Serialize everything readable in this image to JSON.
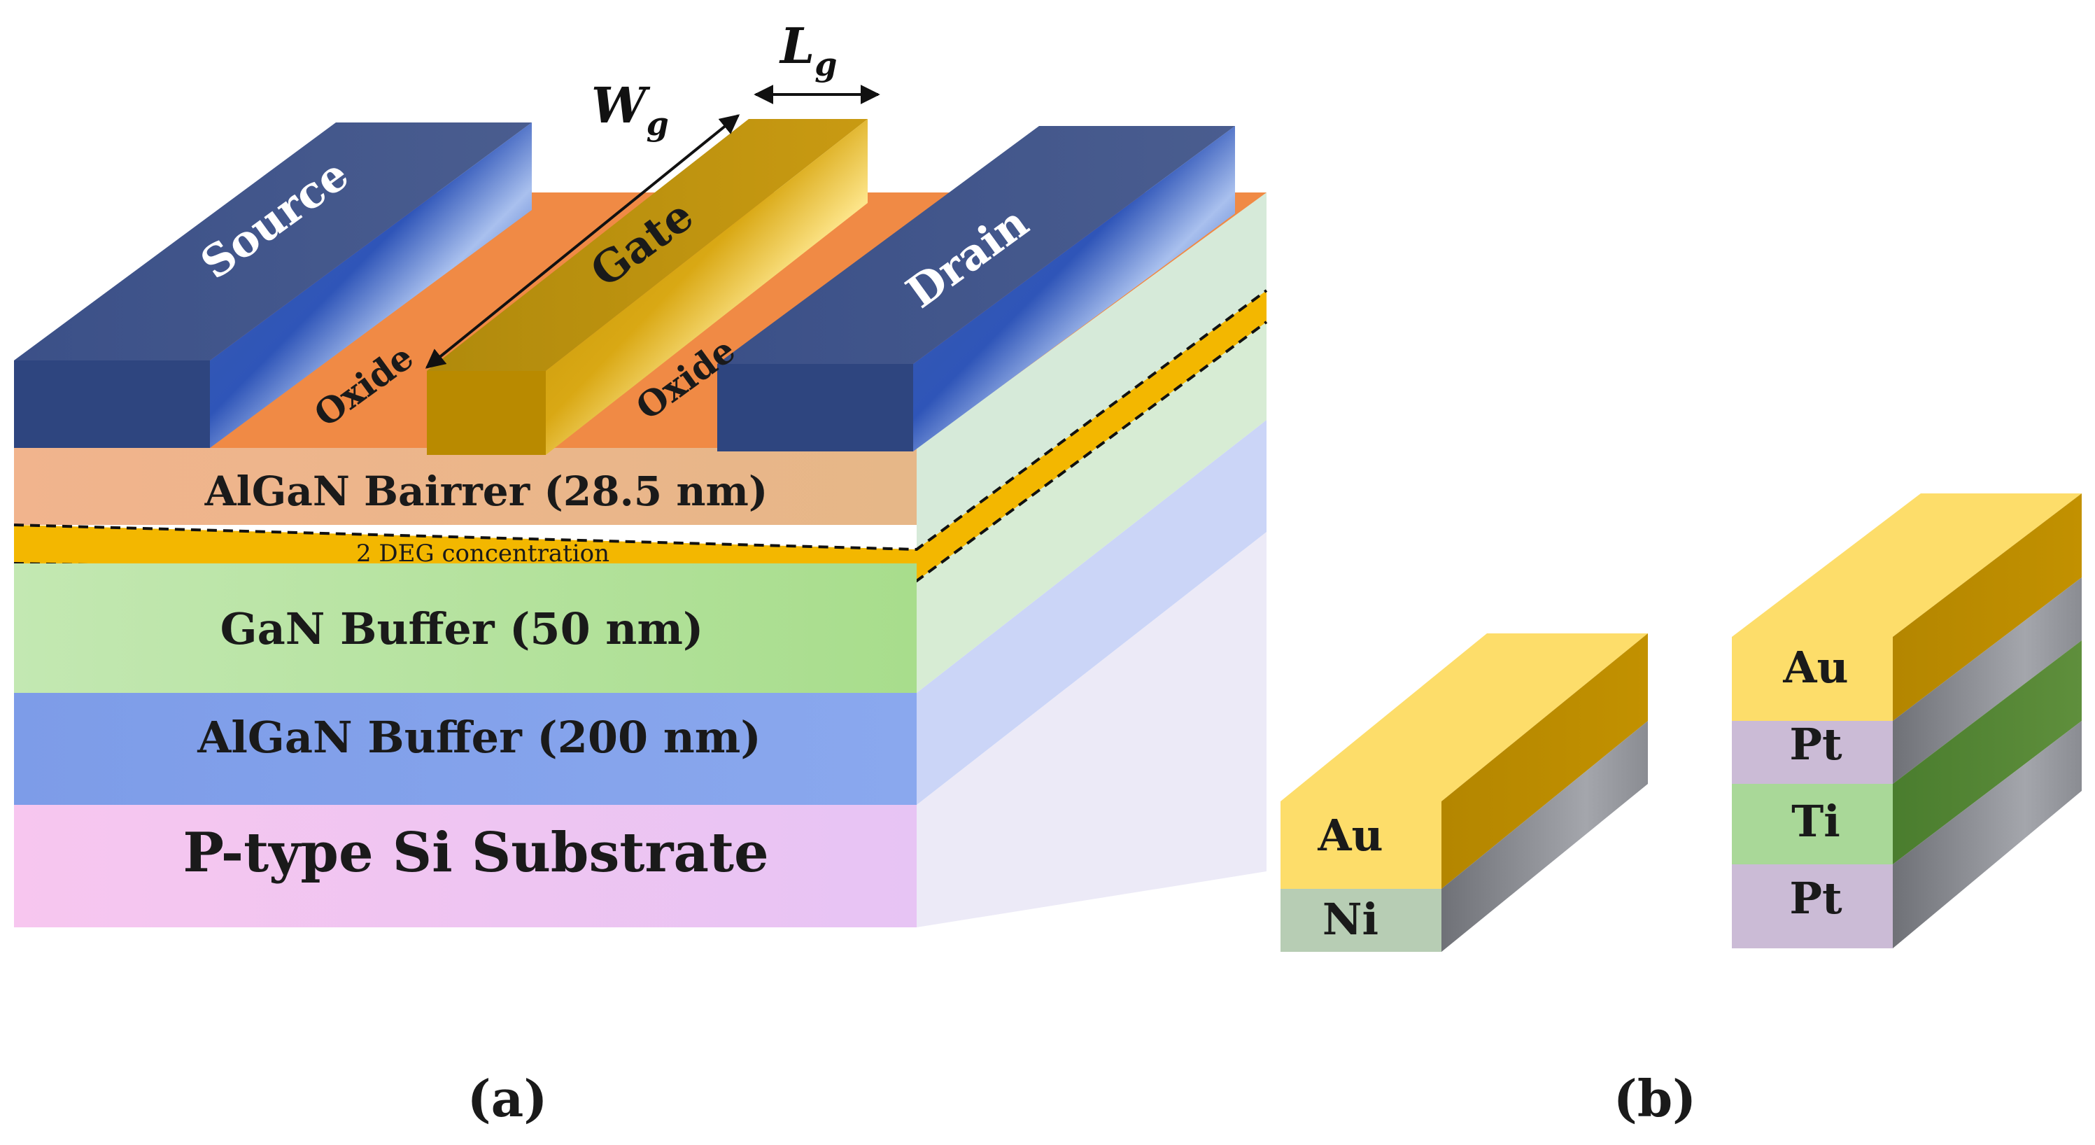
{
  "figure_a": {
    "caption": "(a)",
    "dimension_labels": {
      "gate_width_main": "W",
      "gate_width_sub": "g",
      "gate_length_main": "L",
      "gate_length_sub": "g"
    },
    "electrodes": {
      "source": "Source",
      "gate": "Gate",
      "drain": "Drain"
    },
    "oxide_labels": {
      "left": "Oxide",
      "right": "Oxide"
    },
    "layers": {
      "barrier": "AlGaN Bairrer (28.5 nm)",
      "two_deg": "2 DEG concentration",
      "gan_buffer": "GaN Buffer (50 nm)",
      "algan_buffer": "AlGaN Buffer (200 nm)",
      "substrate": "P-type Si Substrate"
    }
  },
  "figure_b": {
    "caption": "(b)",
    "left_stack": {
      "top": "Au",
      "bottom": "Ni"
    },
    "right_stack": {
      "layer1": "Au",
      "layer2": "Pt",
      "layer3": "Ti",
      "layer4": "Pt"
    }
  },
  "colors": {
    "source_drain": "#2f4a86",
    "gate_gold": "#d4a100",
    "oxide": "#f08a45",
    "barrier": "#eab48f",
    "two_deg": "#f3b700",
    "gan_buffer": "#b7e3a0",
    "algan_buffer": "#85a2ec",
    "substrate": "#f2c7f3",
    "au": "#fddd6a",
    "ni": "#b7cdb4",
    "pt": "#cbbbd6",
    "ti": "#a9d898"
  }
}
